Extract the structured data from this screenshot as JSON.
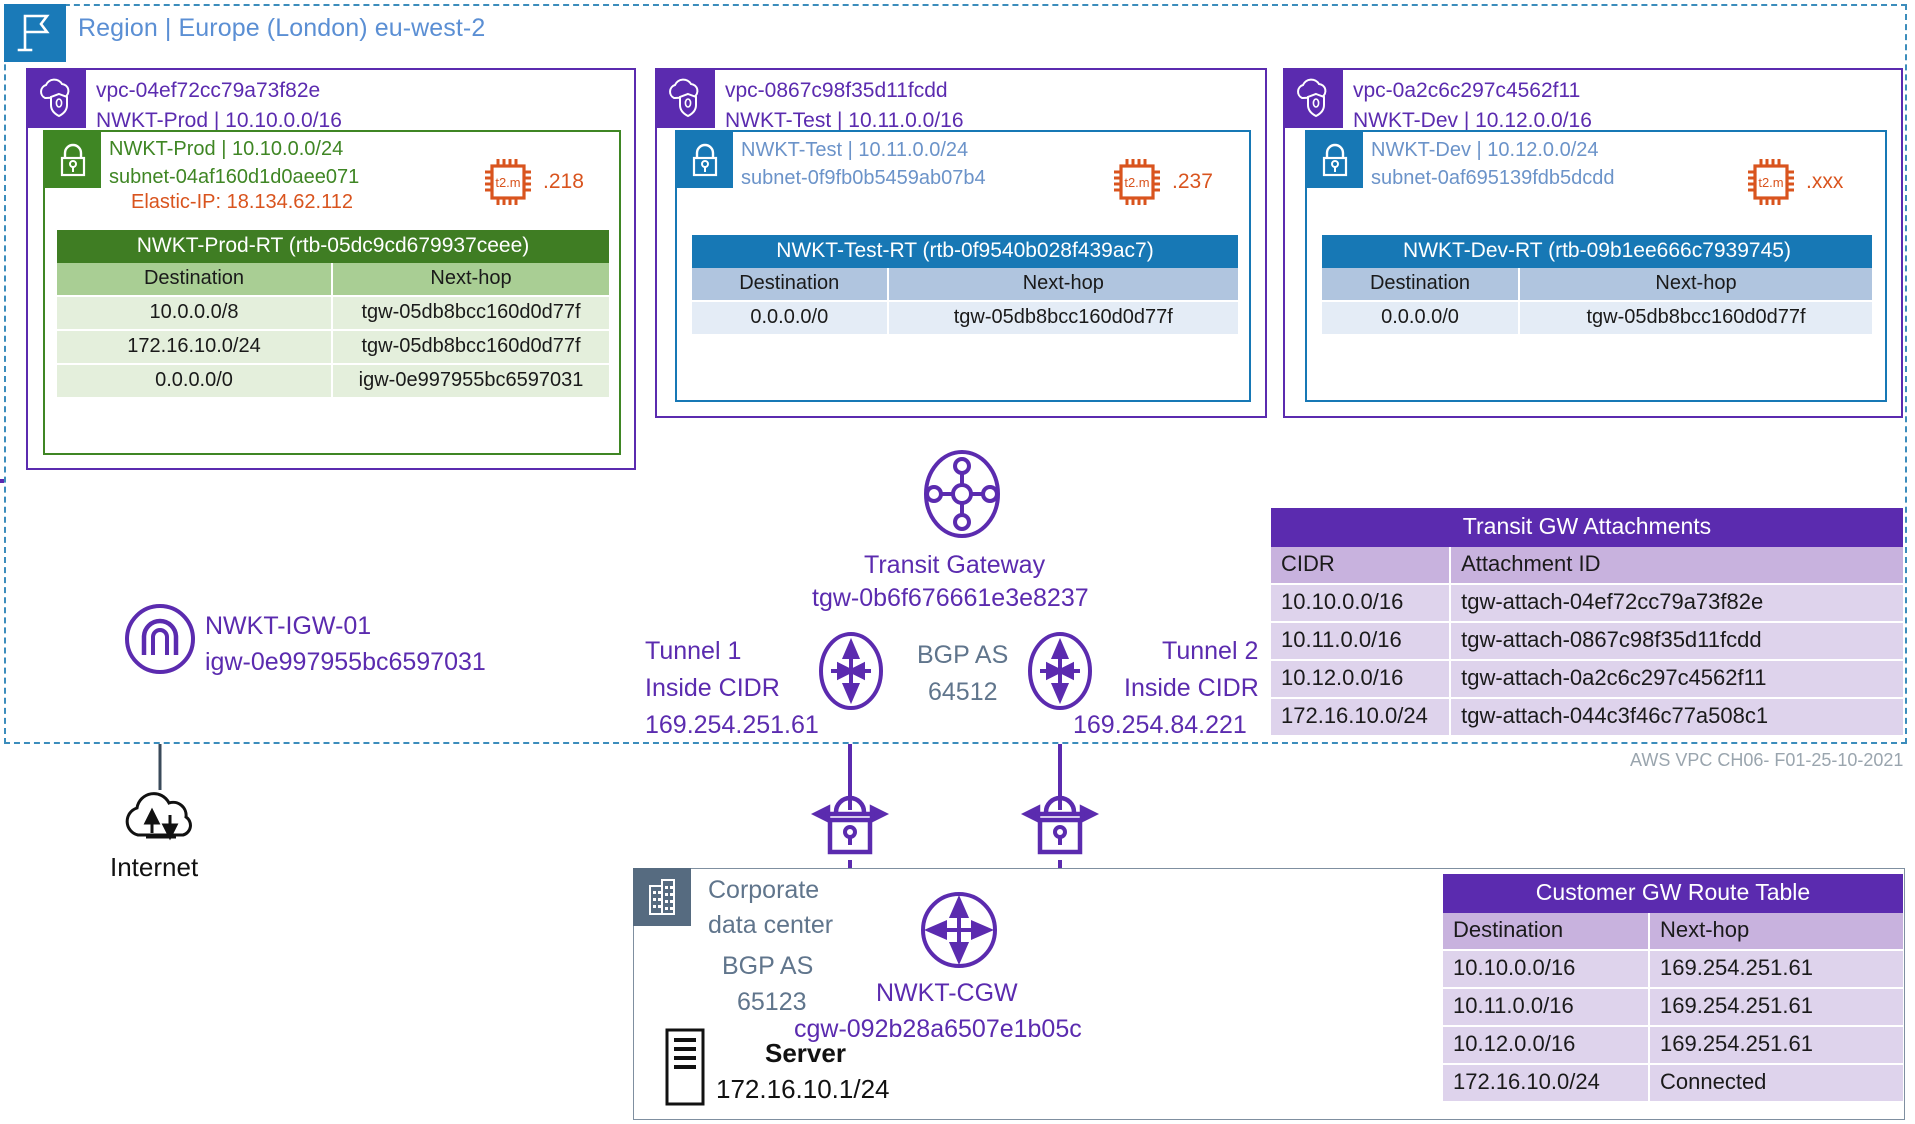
{
  "region": {
    "label": "Region | Europe (London) eu-west-2",
    "icon": "region-flag-icon",
    "color": "#1A7AB8"
  },
  "colors": {
    "vpc_purple": "#5B2BAF",
    "subnet_green": "#3F8624",
    "subnet_blue": "#1778B5",
    "orange": "#D9541E",
    "region_blue": "#3C8DBC",
    "gray": "#60758C"
  },
  "vpcs": [
    {
      "vpc_id": "vpc-04ef72cc79a73f82e",
      "vpc_name_cidr": "NWKT-Prod | 10.10.0.0/16",
      "subnet": {
        "name_cidr": "NWKT-Prod | 10.10.0.0/24",
        "subnet_id": "subnet-04af160d1d0aee071",
        "elastic_ip": "Elastic-IP: 18.134.62.112",
        "instance_type": "t2.m",
        "instance_ip_suffix": ".218"
      },
      "route_table": {
        "title": "NWKT-Prod-RT (rtb-05dc9cd679937ceee)",
        "columns": [
          "Destination",
          "Next-hop"
        ],
        "rows": [
          [
            "10.0.0.0/8",
            "tgw-05db8bcc160d0d77f"
          ],
          [
            "172.16.10.0/24",
            "tgw-05db8bcc160d0d77f"
          ],
          [
            "0.0.0.0/0",
            "igw-0e997955bc6597031"
          ]
        ]
      }
    },
    {
      "vpc_id": "vpc-0867c98f35d11fcdd",
      "vpc_name_cidr": "NWKT-Test | 10.11.0.0/16",
      "subnet": {
        "name_cidr": "NWKT-Test | 10.11.0.0/24",
        "subnet_id": "subnet-0f9fb0b5459ab07b4",
        "elastic_ip": "",
        "instance_type": "t2.m",
        "instance_ip_suffix": ".237"
      },
      "route_table": {
        "title": "NWKT-Test-RT (rtb-0f9540b028f439ac7)",
        "columns": [
          "Destination",
          "Next-hop"
        ],
        "rows": [
          [
            "0.0.0.0/0",
            "tgw-05db8bcc160d0d77f"
          ]
        ]
      }
    },
    {
      "vpc_id": "vpc-0a2c6c297c4562f11",
      "vpc_name_cidr": "NWKT-Dev | 10.12.0.0/16",
      "subnet": {
        "name_cidr": "NWKT-Dev | 10.12.0.0/24",
        "subnet_id": "subnet-0af695139fdb5dcdd",
        "elastic_ip": "",
        "instance_type": "t2.m",
        "instance_ip_suffix": ".xxx"
      },
      "route_table": {
        "title": "NWKT-Dev-RT (rtb-09b1ee666c7939745)",
        "columns": [
          "Destination",
          "Next-hop"
        ],
        "rows": [
          [
            "0.0.0.0/0",
            "tgw-05db8bcc160d0d77f"
          ]
        ]
      }
    }
  ],
  "transit_gateway": {
    "label": "Transit Gateway",
    "id": "tgw-0b6f676661e3e8237",
    "bgp_as_label": "BGP AS",
    "bgp_as_value": "64512"
  },
  "tunnels": [
    {
      "name": "Tunnel 1",
      "cidr_label": "Inside CIDR",
      "cidr": "169.254.251.61"
    },
    {
      "name": "Tunnel 2",
      "cidr_label": "Inside CIDR",
      "cidr": "169.254.84.221"
    }
  ],
  "igw": {
    "name": "NWKT-IGW-01",
    "id": "igw-0e997955bc6597031"
  },
  "internet": {
    "label": "Internet"
  },
  "data_center": {
    "title_line1": "Corporate",
    "title_line2": "data center",
    "bgp_as_label": "BGP AS",
    "bgp_as_value": "65123",
    "cgw_name": "NWKT-CGW",
    "cgw_id": "cgw-092b28a6507e1b05c",
    "server_label": "Server",
    "server_ip": "172.16.10.1/24"
  },
  "tgw_attachments_table": {
    "title": "Transit GW Attachments",
    "columns": [
      "CIDR",
      "Attachment ID"
    ],
    "rows": [
      [
        "10.10.0.0/16",
        "tgw-attach-04ef72cc79a73f82e"
      ],
      [
        "10.11.0.0/16",
        "tgw-attach-0867c98f35d11fcdd"
      ],
      [
        "10.12.0.0/16",
        "tgw-attach-0a2c6c297c4562f11"
      ],
      [
        "172.16.10.0/24",
        "tgw-attach-044c3f46c77a508c1"
      ]
    ]
  },
  "cgw_route_table": {
    "title": "Customer GW Route Table",
    "columns": [
      "Destination",
      "Next-hop"
    ],
    "rows": [
      [
        "10.10.0.0/16",
        "169.254.251.61"
      ],
      [
        "10.11.0.0/16",
        "169.254.251.61"
      ],
      [
        "10.12.0.0/16",
        "169.254.251.61"
      ],
      [
        "172.16.10.0/24",
        "Connected"
      ]
    ]
  },
  "footer_caption": "AWS VPC CH06- F01-25-10-2021"
}
